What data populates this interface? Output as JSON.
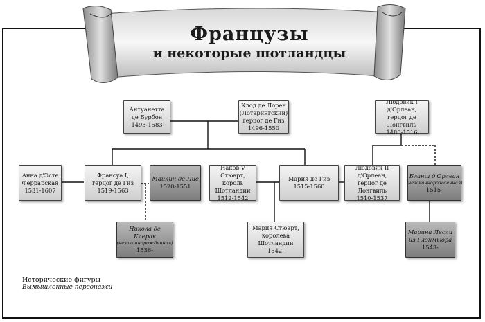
{
  "title": {
    "line1": "Французы",
    "line2": "и некоторые шотландцы"
  },
  "people": {
    "antoinette": {
      "l1": "Антуанетта",
      "l2": "де Бурбон",
      "l3": "1493-1583"
    },
    "claude": {
      "l1": "Клод де Лорен",
      "l2": "(Лотарингский)",
      "l3": "герцог де Гиз",
      "l4": "1496-1550"
    },
    "louis1": {
      "l1": "Людовик I д'Орлеан,",
      "l2": "герцог де Лонгвиль",
      "l3": "1480-1516"
    },
    "anna": {
      "l1": "Анна д'Эсте",
      "l2": "Феррарская",
      "l3": "1531-1607"
    },
    "francois": {
      "l1": "Франсуа I,",
      "l2": "герцог де Гиз",
      "l3": "1519-1563"
    },
    "maylin": {
      "l1": "Майлин де Лис",
      "l2": "1520-1551"
    },
    "james": {
      "l1": "Иаков V Стюарт,",
      "l2": "король Шотландии",
      "l3": "1512-1542"
    },
    "marie_guise": {
      "l1": "Мария де Гиз",
      "l2": "1515-1560"
    },
    "louis2": {
      "l1": "Людовик II д'Орлеан,",
      "l2": "герцог де Лонгвиль",
      "l3": "1510-1537"
    },
    "blanche": {
      "l1": "Бланш д'Орлеан",
      "l2": "(незаконнорожденная)",
      "l3": "1515-"
    },
    "nicola": {
      "l1": "Никола де Клерак",
      "l2": "(незаконнорожденная)",
      "l3": "1536-"
    },
    "mary_stuart": {
      "l1": "Мария Стюарт,",
      "l2": "королева Шотландии",
      "l3": "1542-"
    },
    "marina": {
      "l1": "Марина Лесли",
      "l2": "из Глэнмьюра",
      "l3": "1543-"
    }
  },
  "legend": {
    "historical": "Исторические фигуры",
    "fictional": "Вымышленные персонажи"
  }
}
